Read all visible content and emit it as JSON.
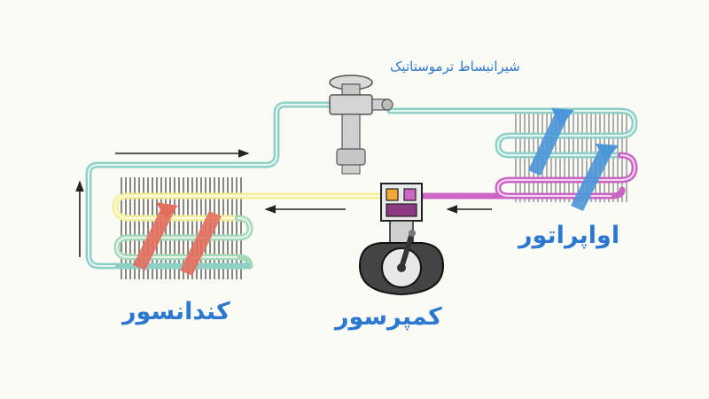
{
  "labels": {
    "expansion_valve": "شیرانبساط ترموستاتیک",
    "evaporator": "اواپراتور",
    "condenser": "کندانسور",
    "compressor": "کمپرسور"
  },
  "colors": {
    "background": "#fbfbf6",
    "label": "#2d78d0",
    "cyan_pipe": "#8fd0c6",
    "yellow_pipe": "#f3ee9a",
    "green_pipe": "#a5d9b8",
    "purple_pipe": "#cc66c4",
    "condenser_fan_arrow": "#e46e5d",
    "evaporator_fan_arrow": "#4a96d8",
    "flow_arrow": "#222222"
  }
}
